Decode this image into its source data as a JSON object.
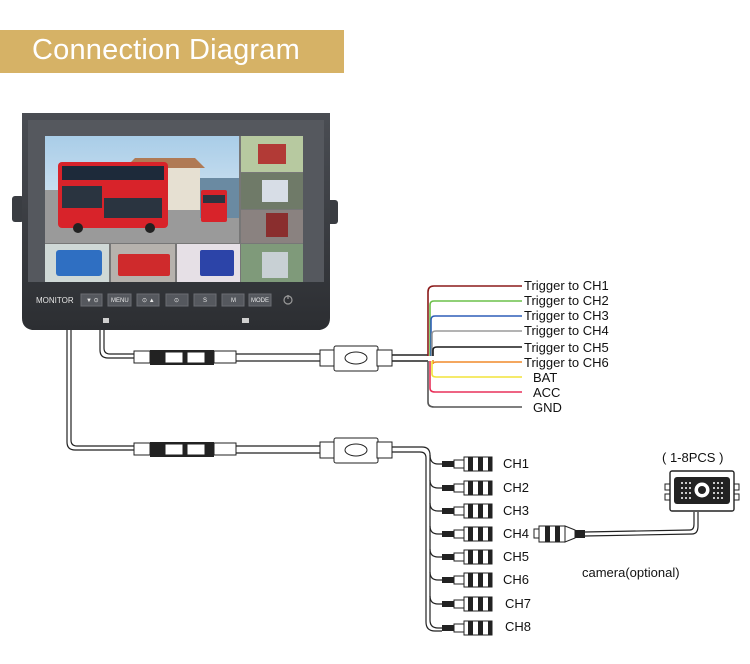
{
  "header": {
    "title": "Connection Diagram"
  },
  "monitor": {
    "brand_label": "MONITOR",
    "buttons": [
      "▼ ⊙",
      "MENU",
      "⊙ ▲",
      "⊙",
      "S",
      "M",
      "MODE"
    ],
    "power_icon": "power-icon"
  },
  "trigger_wires": [
    {
      "label": "Trigger to CH1",
      "color": "#8b1a1a"
    },
    {
      "label": "Trigger to CH2",
      "color": "#6cc04a"
    },
    {
      "label": "Trigger to CH3",
      "color": "#2f5fb8"
    },
    {
      "label": "Trigger to CH4",
      "color": "#9a9a9a"
    },
    {
      "label": "Trigger to CH5",
      "color": "#1a1a1a"
    },
    {
      "label": "Trigger to CH6",
      "color": "#f08a2a"
    },
    {
      "label": "BAT",
      "color": "#f2e43a"
    },
    {
      "label": "ACC",
      "color": "#e8315a"
    },
    {
      "label": "GND",
      "color": "#555555"
    }
  ],
  "channels": [
    "CH1",
    "CH2",
    "CH3",
    "CH4",
    "CH5",
    "CH6",
    "CH7",
    "CH8"
  ],
  "camera": {
    "quantity_label": "( 1-8PCS )",
    "caption": "camera(optional)"
  },
  "colors": {
    "banner": "#d6b266",
    "monitor_frame": "#3a3d42"
  }
}
